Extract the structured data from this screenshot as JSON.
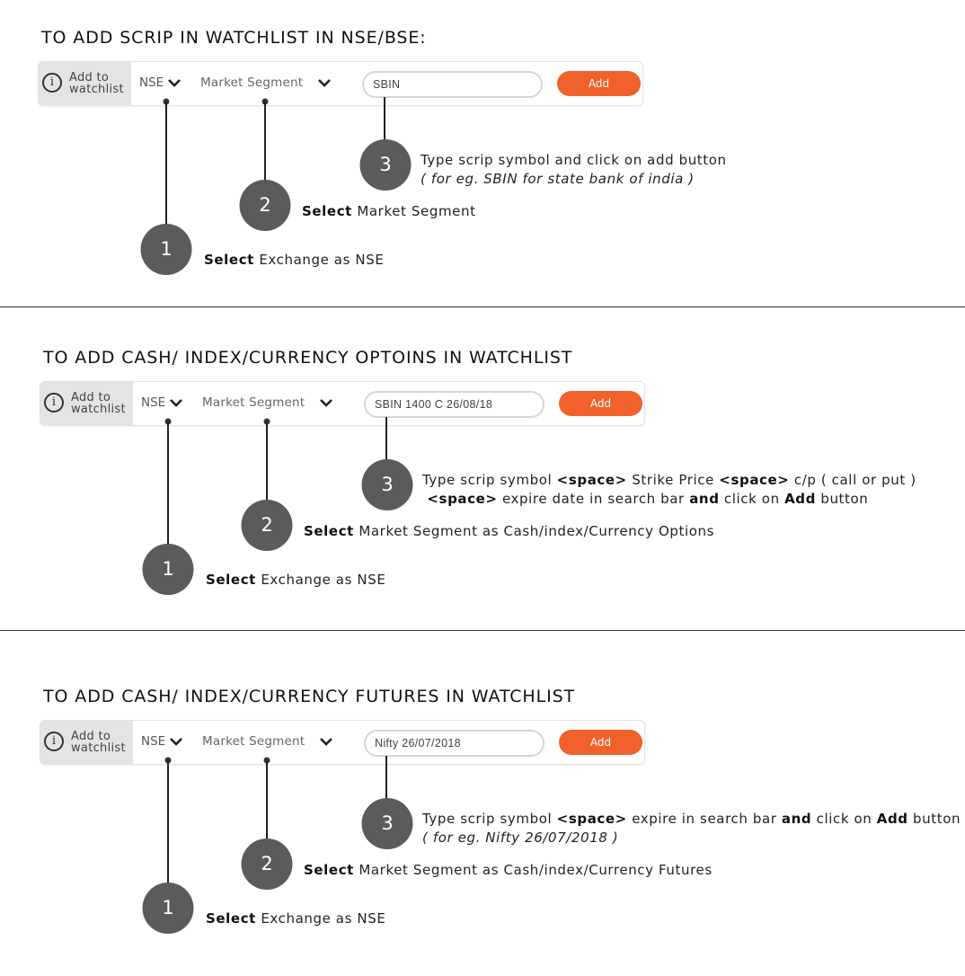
{
  "sections": [
    {
      "title": "TO ADD SCRIP IN WATCHLIST IN NSE/BSE:",
      "bar": {
        "info_label": "Add to watchlist",
        "exchange": "NSE",
        "segment": "Market Segment",
        "search_value": "SBIN",
        "add_label": "Add"
      },
      "step3": {
        "line1": "Type scrip symbol and click on add button",
        "line2": "( for eg. SBIN for state bank of india )"
      },
      "step2": {
        "bold": "Select",
        "text": " Market Segment"
      },
      "step1": {
        "bold": "Select",
        "text": " Exchange as NSE"
      },
      "numbers": [
        "1",
        "2",
        "3"
      ]
    },
    {
      "title": "TO ADD CASH/ INDEX/CURRENCY OPTOINS IN WATCHLIST",
      "bar": {
        "info_label": "Add to watchlist",
        "exchange": "NSE",
        "segment": "Market Segment",
        "search_value": "SBIN 1400 C 26/08/18",
        "add_label": "Add"
      },
      "step3": {
        "t1": "Type scrip symbol ",
        "b1": "<space>",
        "t2": " Strike Price ",
        "b2": "<space>",
        "t3": " c/p ( call or put )",
        "b3": "<space>",
        "t4": "  expire date  in search bar ",
        "b4": "and",
        "t5": " click on ",
        "b5": "Add",
        "t6": " button"
      },
      "step2": {
        "bold": "Select",
        "text": " Market Segment as Cash/index/Currency Options"
      },
      "step1": {
        "bold": "Select",
        "text": " Exchange as NSE"
      },
      "numbers": [
        "1",
        "2",
        "3"
      ]
    },
    {
      "title": "TO ADD CASH/ INDEX/CURRENCY FUTURES IN WATCHLIST",
      "bar": {
        "info_label": "Add to watchlist",
        "exchange": "NSE",
        "segment": "Market Segment",
        "search_value": "Nifty 26/07/2018",
        "add_label": "Add"
      },
      "step3": {
        "t1": "Type scrip symbol ",
        "b1": "<space>",
        "t2": " expire in search bar ",
        "b2": "and",
        "t3": " click on ",
        "b3": "Add",
        "t4": " button",
        "line2": "( for eg. Nifty 26/07/2018 )"
      },
      "step2": {
        "bold": "Select",
        "text": " Market Segment as Cash/index/Currency Futures"
      },
      "step1": {
        "bold": "Select",
        "text": " Exchange as NSE"
      },
      "numbers": [
        "1",
        "2",
        "3"
      ]
    }
  ],
  "icons": {
    "info": "info-icon",
    "dropdown": "chevron-down-icon"
  },
  "colors": {
    "accent": "#f0612c",
    "step_circle": "#5b5b5b",
    "info_panel": "#e4e4e4"
  }
}
